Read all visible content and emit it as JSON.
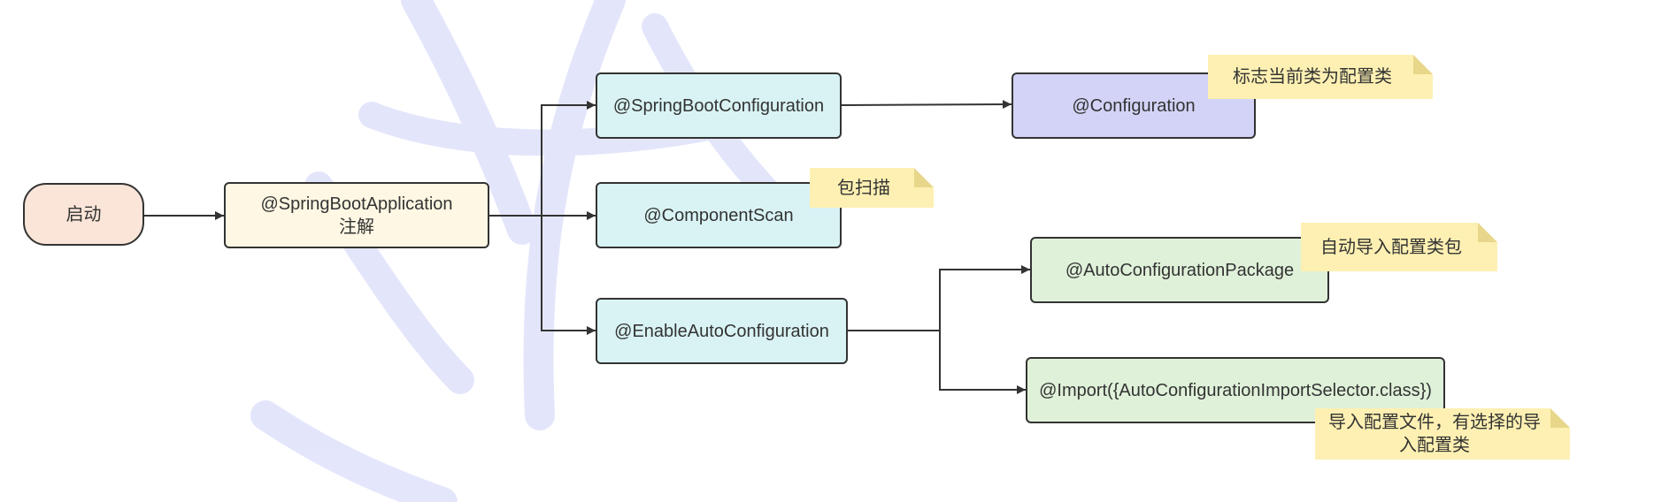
{
  "nodes": {
    "start": "启动",
    "app": "@SpringBootApplication\n注解",
    "boot_config": "@SpringBootConfiguration",
    "component_scan": "@ComponentScan",
    "enable_auto": "@EnableAutoConfiguration",
    "configuration": "@Configuration",
    "auto_package": "@AutoConfigurationPackage",
    "import_selector": "@Import({AutoConfigurationImportSelector.class})"
  },
  "notes": {
    "configuration": "标志当前类为配置类",
    "component_scan": "包扫描",
    "auto_package": "自动导入配置类包",
    "import_selector": "导入配置文件，有选择的导入配置类"
  },
  "colors": {
    "start": "#fbe5d8",
    "app": "#fdf7e3",
    "boot_nodes": "#d9f3f4",
    "configuration": "#d2d3f6",
    "auto_nodes": "#dff1d9",
    "note": "#fdf0b2",
    "line": "#333333",
    "watermark": "#dfe2fb"
  }
}
